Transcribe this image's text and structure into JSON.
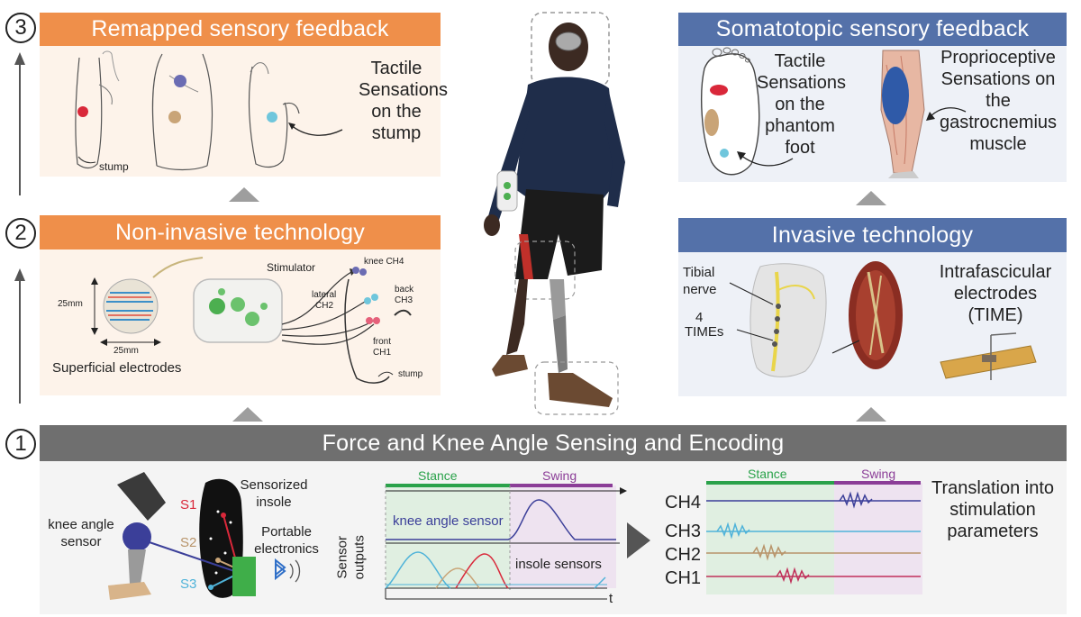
{
  "steps": [
    "1",
    "2",
    "3"
  ],
  "headers": {
    "remapped": "Remapped sensory feedback",
    "somatotopic": "Somatotopic sensory feedback",
    "noninvasive": "Non-invasive technology",
    "invasive": "Invasive technology",
    "sensing": "Force and Knee Angle Sensing and Encoding"
  },
  "remapped": {
    "tactile": "Tactile Sensations on the stump",
    "stump": "stump"
  },
  "somatotopic": {
    "tactile": "Tactile Sensations on the phantom foot",
    "proprio": "Proprioceptive Sensations on the gastrocnemius muscle"
  },
  "noninvasive": {
    "dim_v": "25mm",
    "dim_h": "25mm",
    "superficial": "Superficial electrodes",
    "stimulator": "Stimulator",
    "knee": "knee CH4",
    "back": "back",
    "ch3": "CH3",
    "lateral": "lateral",
    "ch2": "CH2",
    "front": "front",
    "ch1": "CH1",
    "stump": "stump"
  },
  "invasive": {
    "tibial": "Tibial nerve",
    "times_count": "4",
    "times": "TIMEs",
    "intrafascicular": "Intrafascicular electrodes (TIME)"
  },
  "sensing": {
    "knee_angle": "knee angle sensor",
    "s1": "S1",
    "s2": "S2",
    "s3": "S3",
    "insole": "Sensorized insole",
    "portable": "Portable electronics",
    "stance": "Stance",
    "swing": "Swing",
    "sensor_outputs": "Sensor outputs",
    "knee_angle_sensor": "knee angle sensor",
    "insole_sensors": "insole sensors",
    "t": "t",
    "stance2": "Stance",
    "swing2": "Swing",
    "ch4": "CH4",
    "ch3": "CH3",
    "ch2": "CH2",
    "ch1": "CH1",
    "translation": "Translation into stimulation parameters"
  },
  "colors": {
    "orange": "#ef8f4a",
    "blue": "#5471a9",
    "gray": "#6f6f6f",
    "stance": "#2aa24a",
    "swing": "#8b3d97",
    "ch4": "#3b3f99",
    "ch3": "#4fb3d9",
    "ch2": "#b8946a",
    "ch1": "#c0305a",
    "red": "#d9283a"
  }
}
